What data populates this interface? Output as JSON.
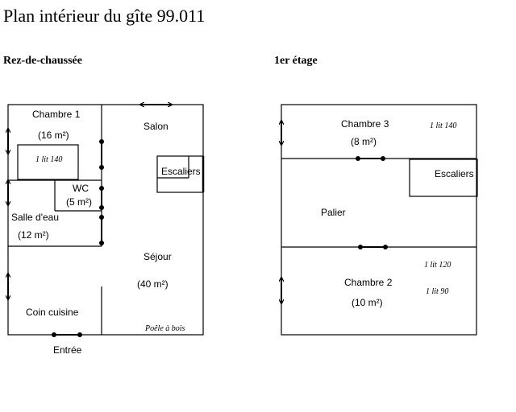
{
  "title": "Plan intérieur du gîte 99.011",
  "floors": {
    "ground": {
      "heading": "Rez-de-chaussée",
      "rooms": {
        "chambre1": "Chambre 1",
        "chambre1_area": "(16 m²)",
        "bed_140": "1 lit 140",
        "salon": "Salon",
        "escaliers": "Escaliers",
        "wc": "WC",
        "wc_area": "(5 m²)",
        "salle_eau": "Salle d'eau",
        "salle_eau_area": "(12 m²)",
        "sejour": "Séjour",
        "sejour_area": "(40 m²)",
        "cuisine": "Coin cuisine",
        "poele": "Poêle à bois",
        "entree": "Entrée"
      }
    },
    "first": {
      "heading": "1er étage",
      "rooms": {
        "chambre3": "Chambre 3",
        "chambre3_area": "(8 m²)",
        "chambre3_bed": "1 lit 140",
        "escaliers": "Escaliers",
        "palier": "Palier",
        "chambre2_bed1": "1 lit 120",
        "chambre2": "Chambre 2",
        "chambre2_bed2": "1 lit 90",
        "chambre2_area": "(10 m²)"
      }
    }
  }
}
